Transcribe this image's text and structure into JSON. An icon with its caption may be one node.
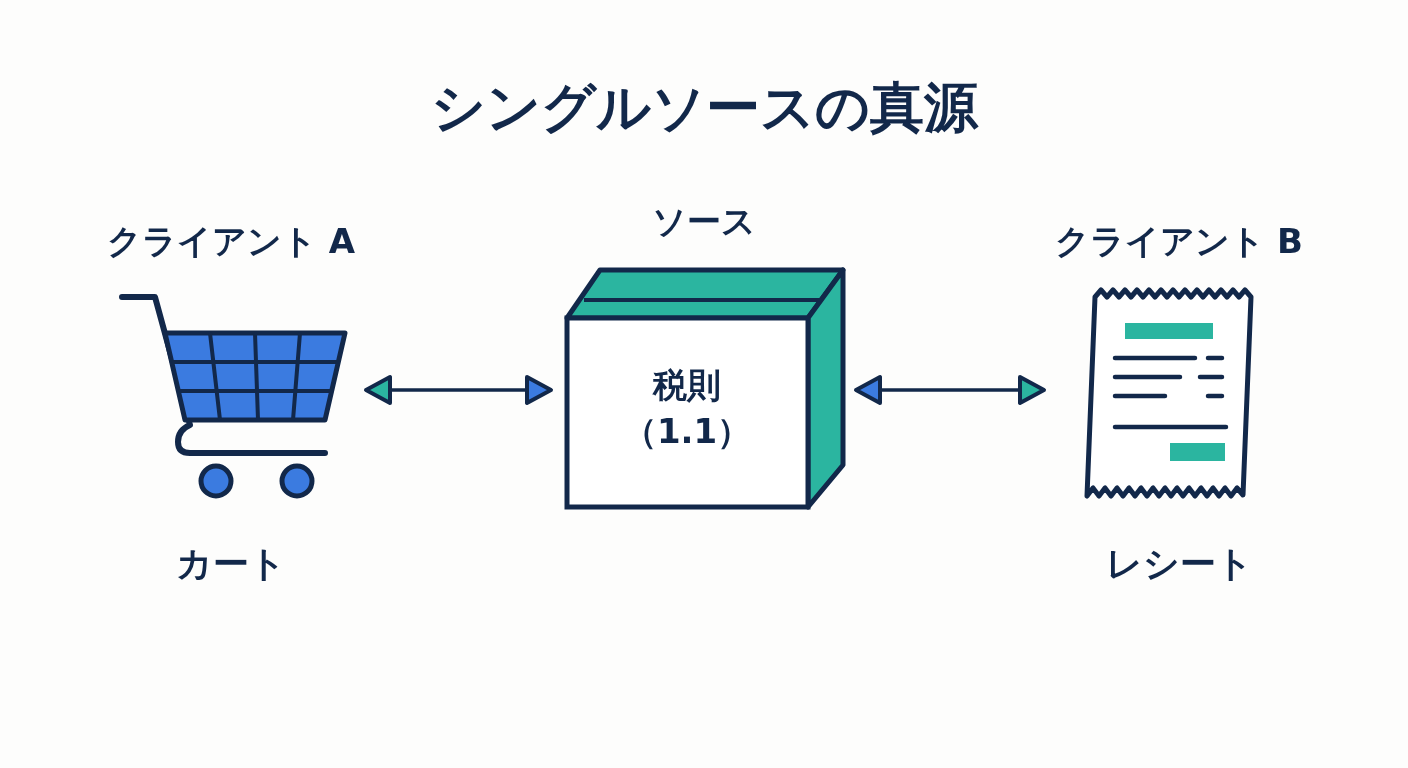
{
  "diagram": {
    "title": "シングルソースの真源",
    "nodes": [
      {
        "text": [
          "クライアント A"
        ],
        "beside": [
          "カート"
        ]
      },
      {
        "text": [
          "ソース",
          "税則（1.1）"
        ]
      },
      {
        "text": [
          "クライアント B"
        ],
        "beside": [
          "レシート"
        ]
      }
    ],
    "edges": [
      {
        "from": 0,
        "to": 1,
        "arrow": "both"
      },
      {
        "from": 1,
        "to": 2,
        "arrow": "both"
      }
    ]
  }
}
